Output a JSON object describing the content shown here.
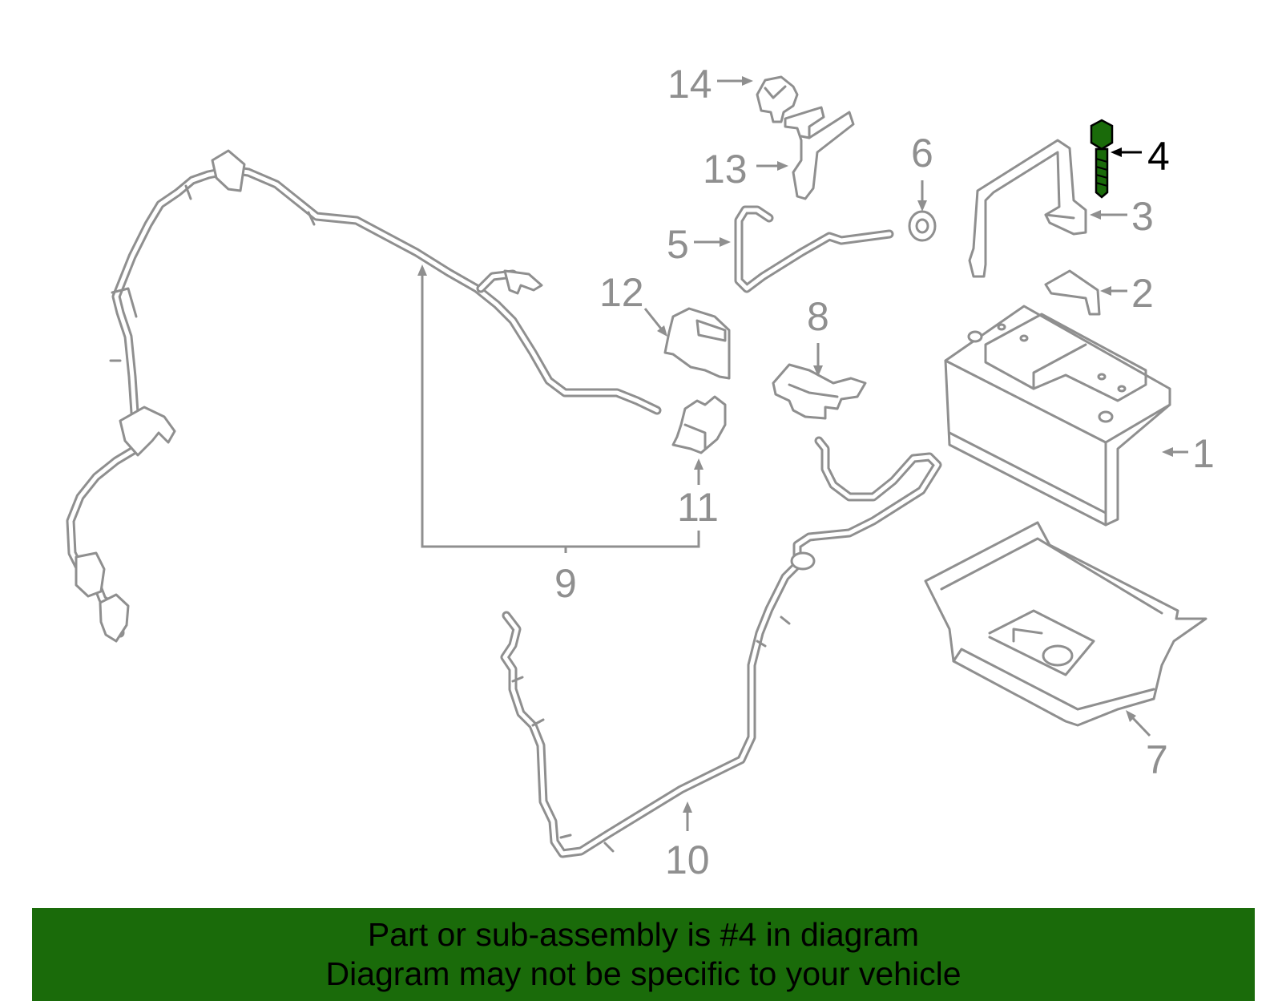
{
  "callouts": {
    "c1": "1",
    "c2": "2",
    "c3": "3",
    "c4": "4",
    "c5": "5",
    "c6": "6",
    "c7": "7",
    "c8": "8",
    "c9": "9",
    "c10": "10",
    "c11": "11",
    "c12": "12",
    "c13": "13",
    "c14": "14"
  },
  "highlight": {
    "part": "4",
    "color": "#1a6b0a"
  },
  "banner": {
    "line1": "Part or sub-assembly is #4 in diagram",
    "line2": "Diagram may not be specific to your vehicle",
    "background": "#1a6b0a"
  }
}
